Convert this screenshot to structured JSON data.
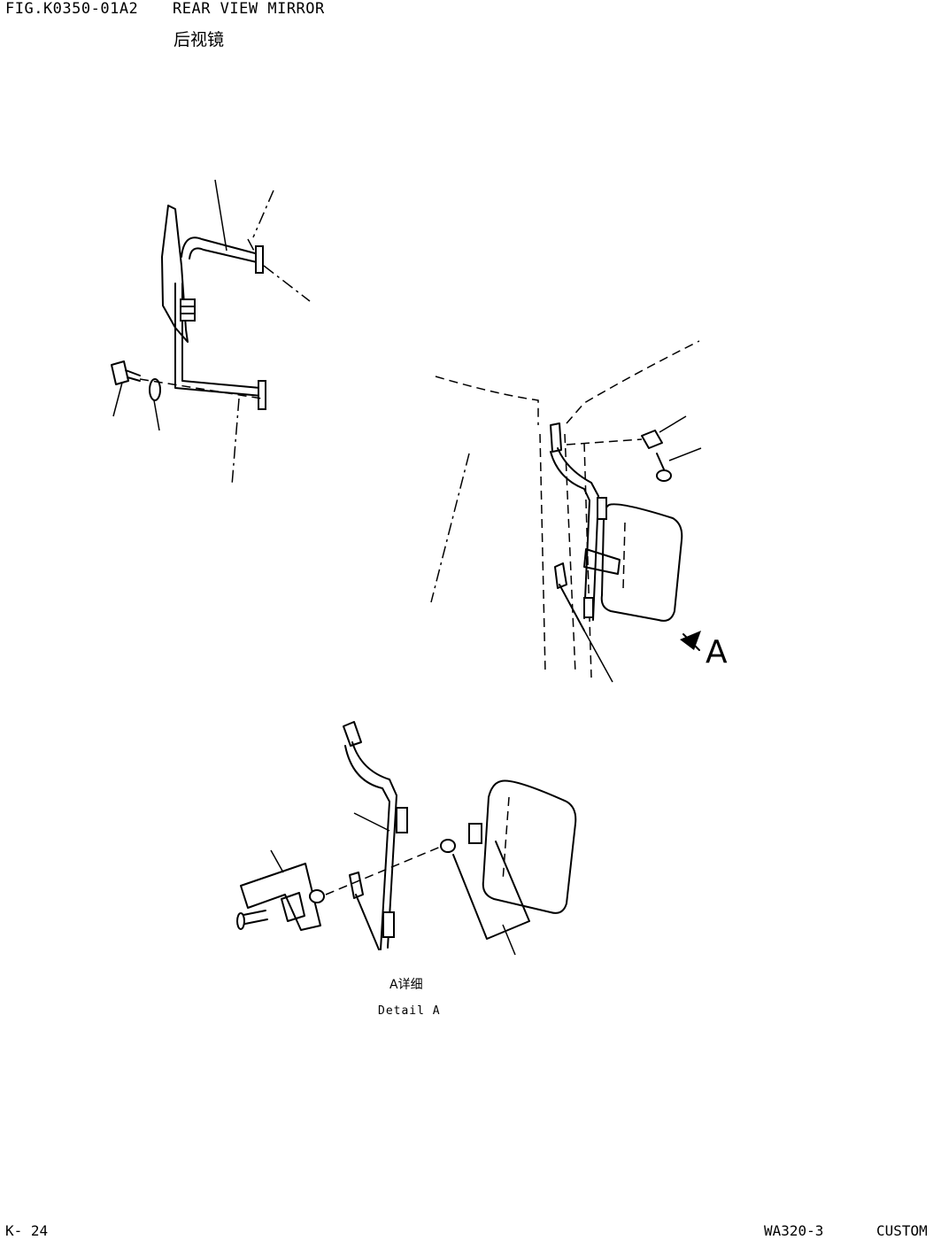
{
  "header": {
    "fig_code": "FIG.K0350-01A2",
    "title": "REAR VIEW MIRROR",
    "title_cn": "后视镜"
  },
  "diagram": {
    "arrow_label": "A",
    "detail_label_cn": "A详细",
    "detail_label_en": "Detail A"
  },
  "footer": {
    "page": "K- 24",
    "model": "WA320-3",
    "variant": "CUSTOM"
  }
}
